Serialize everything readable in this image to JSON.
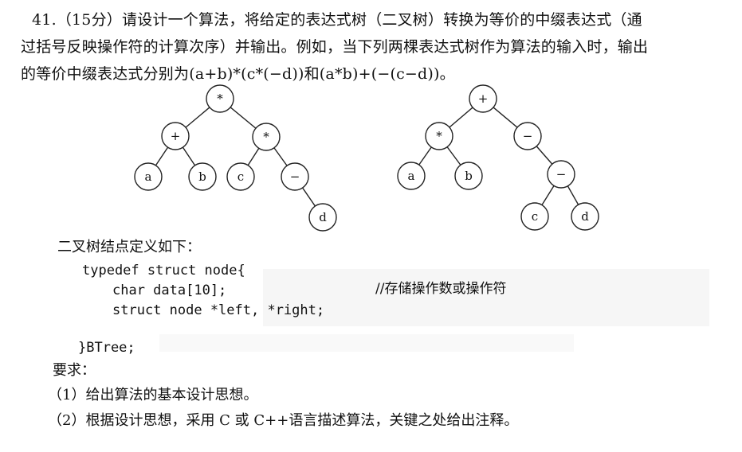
{
  "question": {
    "line1": "41.（15分）请设计一个算法，将给定的表达式树（二叉树）转换为等价的中缀表达式（通",
    "line2": "过括号反映操作符的计算次序）并输出。例如，当下列两棵表达式树作为算法的输入时，输出",
    "line3": "的等价中缀表达式分别为(a+b)*(c*(−d))和(a*b)+(−(c−d))。"
  },
  "trees": {
    "left": {
      "root": "*",
      "root_left": "+",
      "root_right": "*",
      "ll": "a",
      "lr": "b",
      "rl": "c",
      "rr": "−",
      "rrr": "d"
    },
    "right": {
      "root": "+",
      "root_left": "*",
      "root_right": "−",
      "ll": "a",
      "lr": "b",
      "rr": "−",
      "rrl": "c",
      "rrr": "d"
    }
  },
  "definition": {
    "heading": "二叉树结点定义如下：",
    "code1": "typedef struct node{",
    "code2": "char data[10];",
    "comment": "//存储操作数或操作符",
    "code3": "struct node *left, *right;",
    "code4": "}BTree;"
  },
  "requirements": {
    "heading": "要求：",
    "item1": "（1）给出算法的基本设计思想。",
    "item2": "（2）根据设计思想，采用 C 或 C++语言描述算法，关键之处给出注释。"
  }
}
